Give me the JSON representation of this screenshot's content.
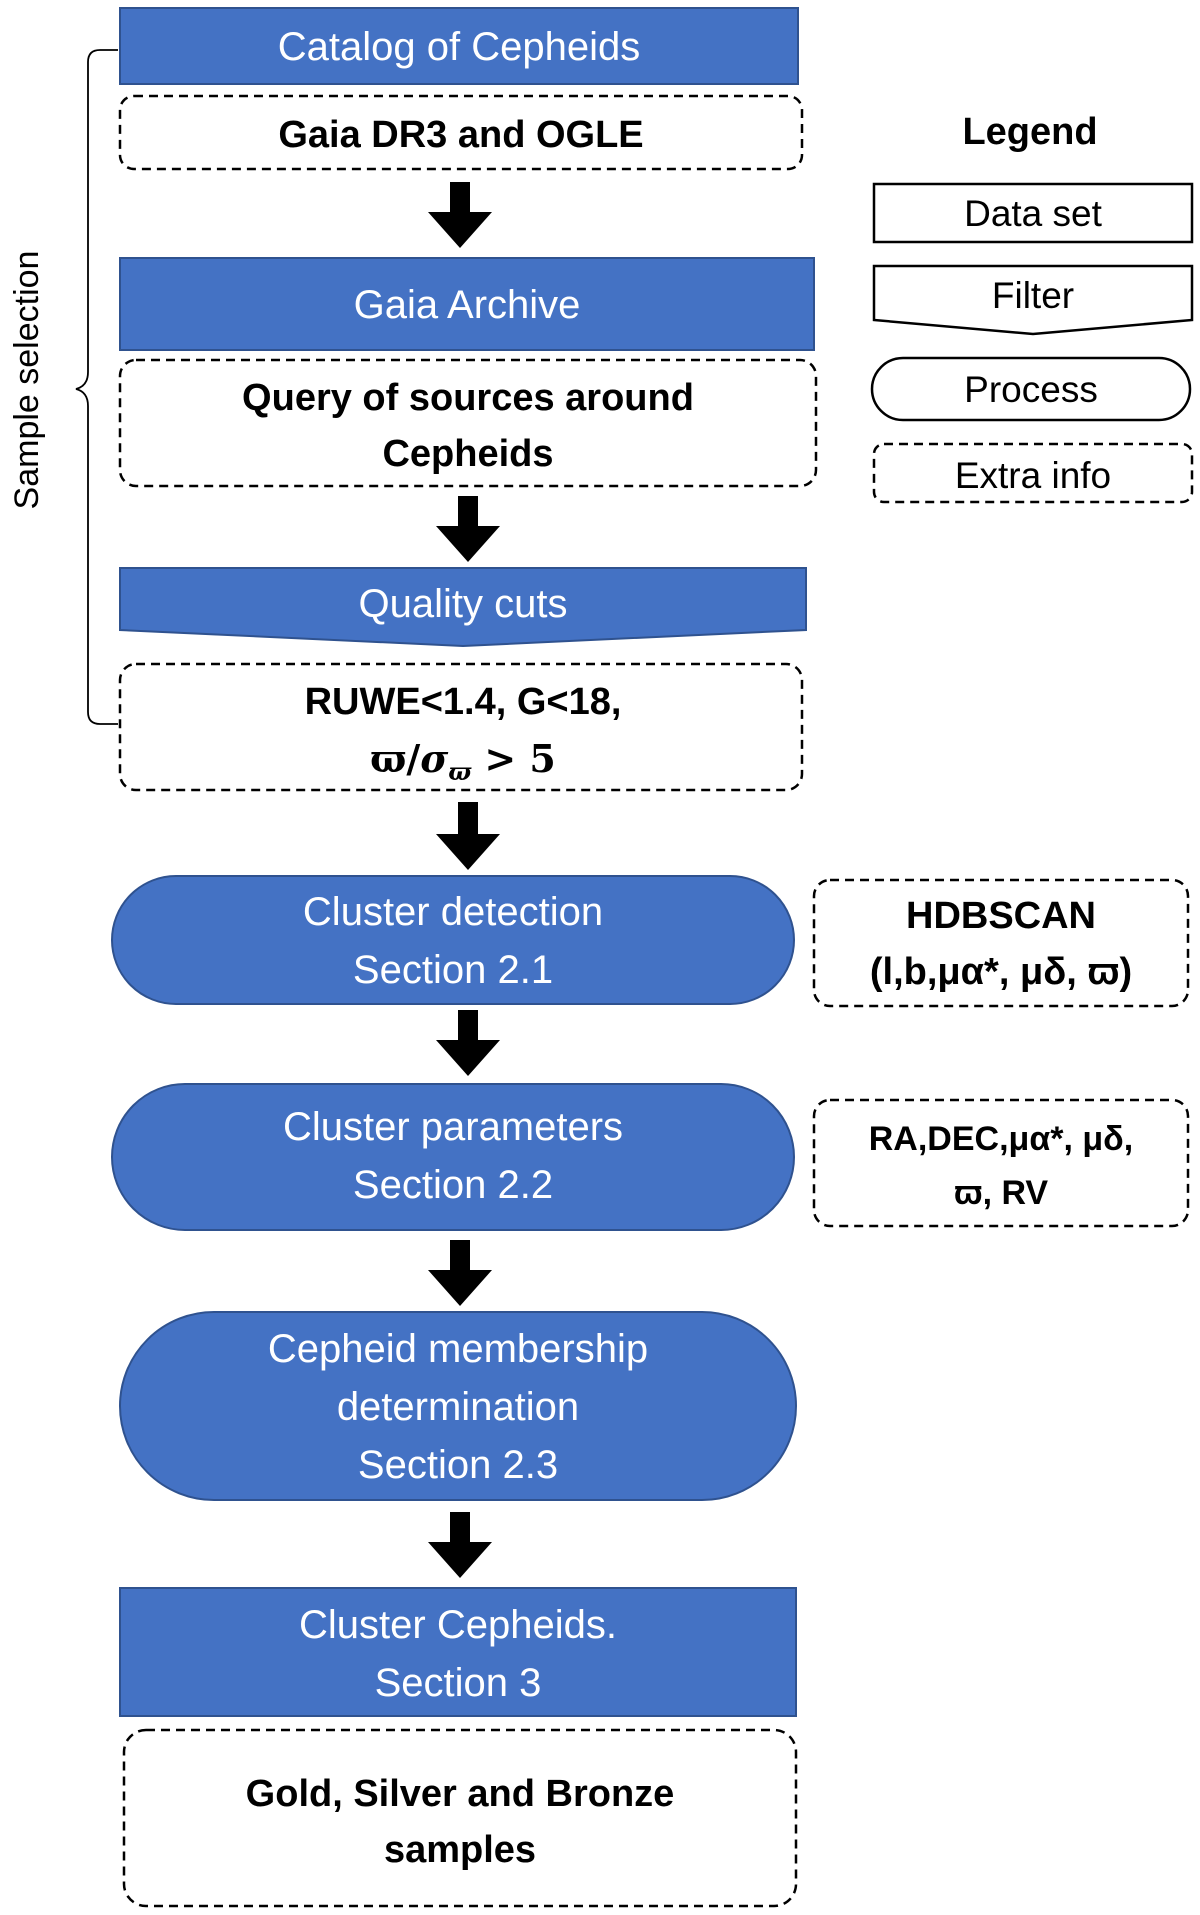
{
  "colors": {
    "fill": "#4472c4",
    "border": "#2f528f",
    "text_on_fill": "#ffffff",
    "text": "#000000"
  },
  "side_label": "Sample selection",
  "flow": {
    "catalog": {
      "title": "Catalog of Cepheids",
      "info": "Gaia DR3 and OGLE"
    },
    "archive": {
      "title": "Gaia Archive",
      "info_line1": "Query of sources around",
      "info_line2": "Cepheids"
    },
    "quality": {
      "title": "Quality cuts",
      "info_line1": "RUWE<1.4, G<18,",
      "info_line2_num": "ϖ",
      "info_line2_den": "σ",
      "info_line2_sub": "ϖ",
      "info_line2_op": " > 5"
    },
    "detection": {
      "line1": "Cluster detection",
      "line2": "Section 2.1",
      "info_title": "HDBSCAN",
      "info_params": "(l,b,μα*, μδ, ϖ)"
    },
    "parameters": {
      "line1": "Cluster parameters",
      "line2": "Section 2.2",
      "info_line1": "RA,DEC,μα*, μδ,",
      "info_line2": "ϖ, RV"
    },
    "membership": {
      "line1": "Cepheid membership",
      "line2": "determination",
      "line3": "Section 2.3"
    },
    "result": {
      "line1": "Cluster Cepheids.",
      "line2": "Section 3",
      "info_line1": "Gold, Silver and Bronze",
      "info_line2": "samples"
    }
  },
  "legend": {
    "title": "Legend",
    "items": [
      "Data set",
      "Filter",
      "Process",
      "Extra info"
    ]
  }
}
